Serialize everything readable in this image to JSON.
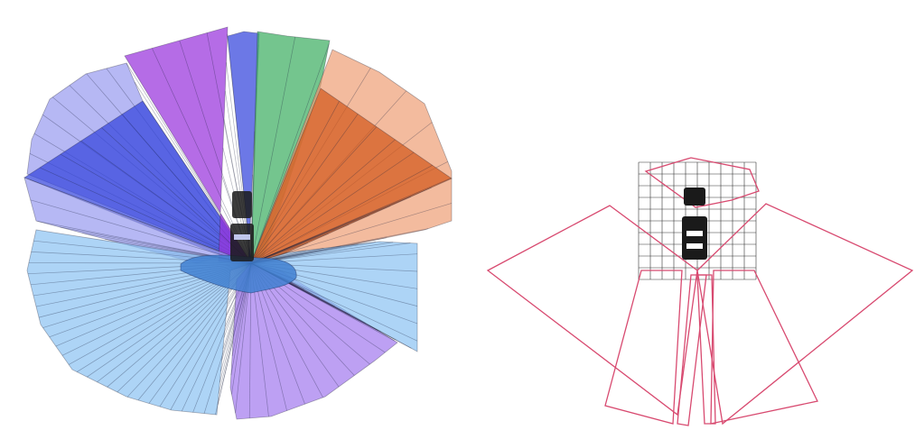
{
  "figure": {
    "panels": [
      {
        "id": "left",
        "kind": "field-of-view-coverage",
        "style": "filled-sectors"
      },
      {
        "id": "right",
        "kind": "field-of-view-outlines",
        "style": "outlined-sectors-with-grid"
      }
    ],
    "colors": {
      "lavender": "#9a9cf0",
      "violet": "#9933dd",
      "blue": "#3344dd",
      "green": "#3fae62",
      "peach": "#efa178",
      "orange": "#d2591c",
      "sky": "#8ec3f2",
      "purple": "#a37cee",
      "center_blob": "#3f7fd0",
      "outline": "#d84a70",
      "grid": "#333333",
      "vehicle": "#1a1a1a"
    },
    "left_sectors": [
      {
        "name": "rear-left-light",
        "color": "lavender",
        "rays": 10
      },
      {
        "name": "rear-left-dark",
        "color": "blue",
        "rays": 14
      },
      {
        "name": "left-upper-violet",
        "color": "violet",
        "rays": 12
      },
      {
        "name": "front-blue",
        "color": "blue",
        "rays": 6
      },
      {
        "name": "front-green",
        "color": "green",
        "rays": 8
      },
      {
        "name": "right-peach",
        "color": "peach",
        "rays": 10
      },
      {
        "name": "right-orange",
        "color": "orange",
        "rays": 16
      },
      {
        "name": "left-lower-lavender",
        "color": "lavender",
        "rays": 10
      },
      {
        "name": "bottom-left-sky",
        "color": "sky",
        "rays": 40
      },
      {
        "name": "bottom-purple",
        "color": "purple",
        "rays": 24
      },
      {
        "name": "right-sky",
        "color": "sky",
        "rays": 22
      }
    ],
    "right_outlines": [
      {
        "name": "left-wing"
      },
      {
        "name": "right-wing"
      },
      {
        "name": "lower-left-quad"
      },
      {
        "name": "lower-right-quad"
      },
      {
        "name": "lower-center-left"
      },
      {
        "name": "lower-center-right"
      },
      {
        "name": "top-small"
      }
    ],
    "grid": {
      "cols": 10,
      "rows": 10
    }
  }
}
